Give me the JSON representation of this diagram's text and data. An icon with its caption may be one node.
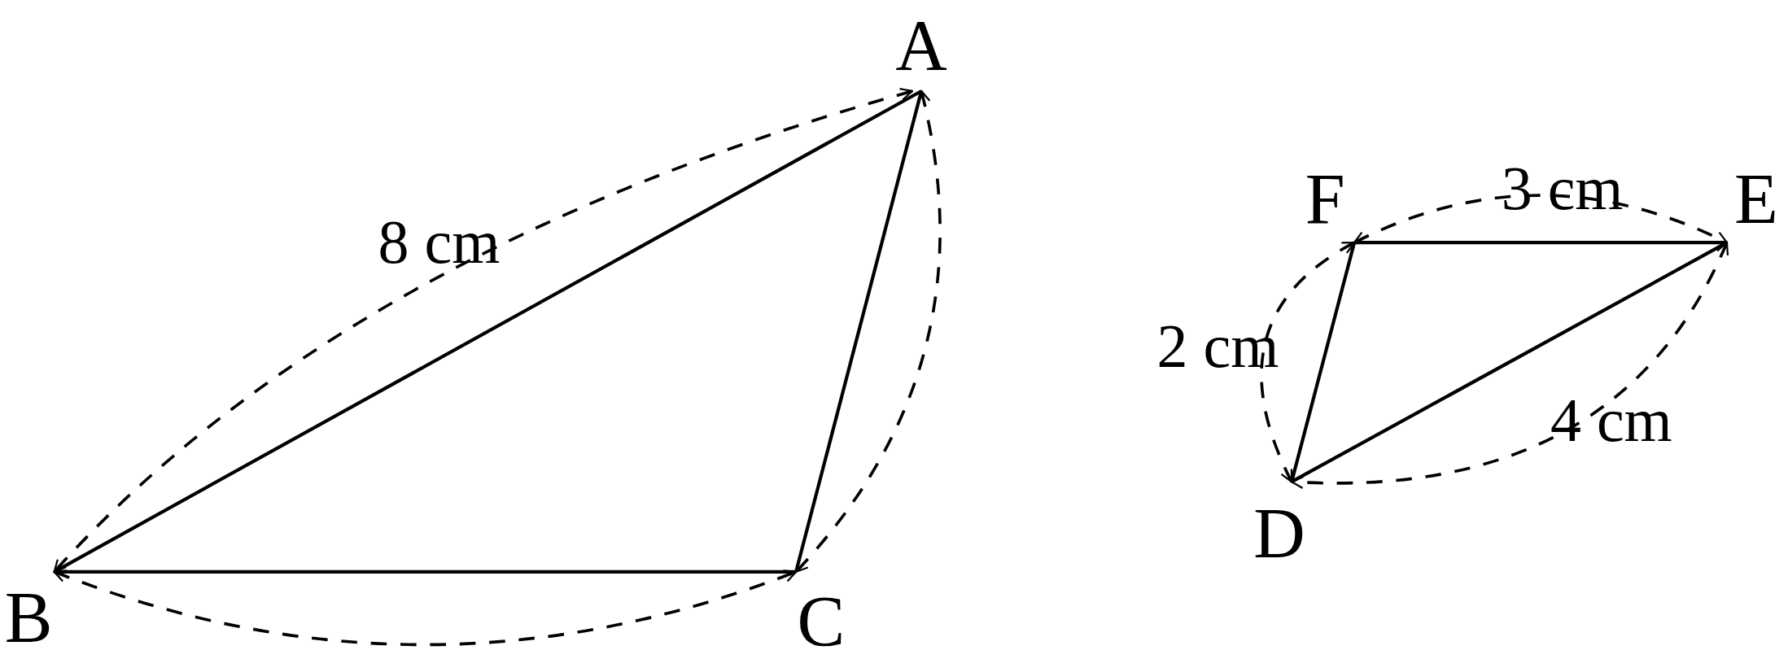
{
  "diagram": {
    "nodes": [
      {
        "text": [
          "A"
        ]
      },
      {
        "text": [
          "B"
        ]
      },
      {
        "text": [
          "C"
        ]
      },
      {
        "text": [
          "F"
        ]
      },
      {
        "text": [
          "E"
        ]
      },
      {
        "text": [
          "D"
        ]
      }
    ],
    "edges": [
      {
        "from": 0,
        "to": 1,
        "arrow": "none"
      },
      {
        "from": 1,
        "to": 2,
        "arrow": "none"
      },
      {
        "from": 2,
        "to": 0,
        "arrow": "none"
      },
      {
        "from": 3,
        "to": 4,
        "arrow": "none"
      },
      {
        "from": 4,
        "to": 5,
        "arrow": "none"
      },
      {
        "from": 5,
        "to": 3,
        "arrow": "none"
      }
    ],
    "labels": [
      "8 cm",
      "3 cm",
      "2 cm",
      "4 cm"
    ]
  }
}
